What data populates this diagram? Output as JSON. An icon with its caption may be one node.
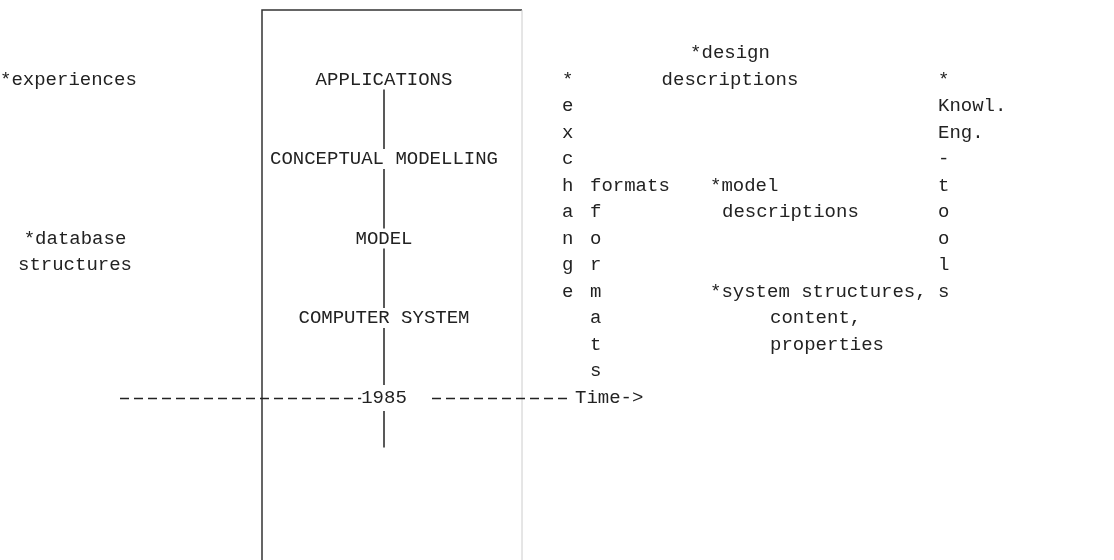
{
  "diagram": {
    "nodes": [
      {
        "text": [
          "APPLICATIONS"
        ]
      },
      {
        "text": [
          "CONCEPTUAL MODELLING"
        ]
      },
      {
        "text": [
          "MODEL"
        ]
      },
      {
        "text": [
          "COMPUTER SYSTEM"
        ]
      },
      {
        "text": [
          "1985"
        ]
      }
    ],
    "edges": [
      {
        "from": 0,
        "to": 1,
        "arrow": "none"
      },
      {
        "from": 1,
        "to": 2,
        "arrow": "none"
      },
      {
        "from": 2,
        "to": 3,
        "arrow": "none"
      },
      {
        "from": 3,
        "to": 4,
        "arrow": "none"
      },
      {
        "from": 4,
        "to": null,
        "arrow": "none"
      }
    ],
    "labels": [
      "*design descriptions",
      "*experiences",
      "*",
      "exchange",
      "*",
      "Knowl. Eng.",
      "-",
      "tools",
      "formats",
      "*model descriptions",
      "formats",
      "*database structures",
      "*system structures, content, properties",
      "Time->"
    ]
  }
}
